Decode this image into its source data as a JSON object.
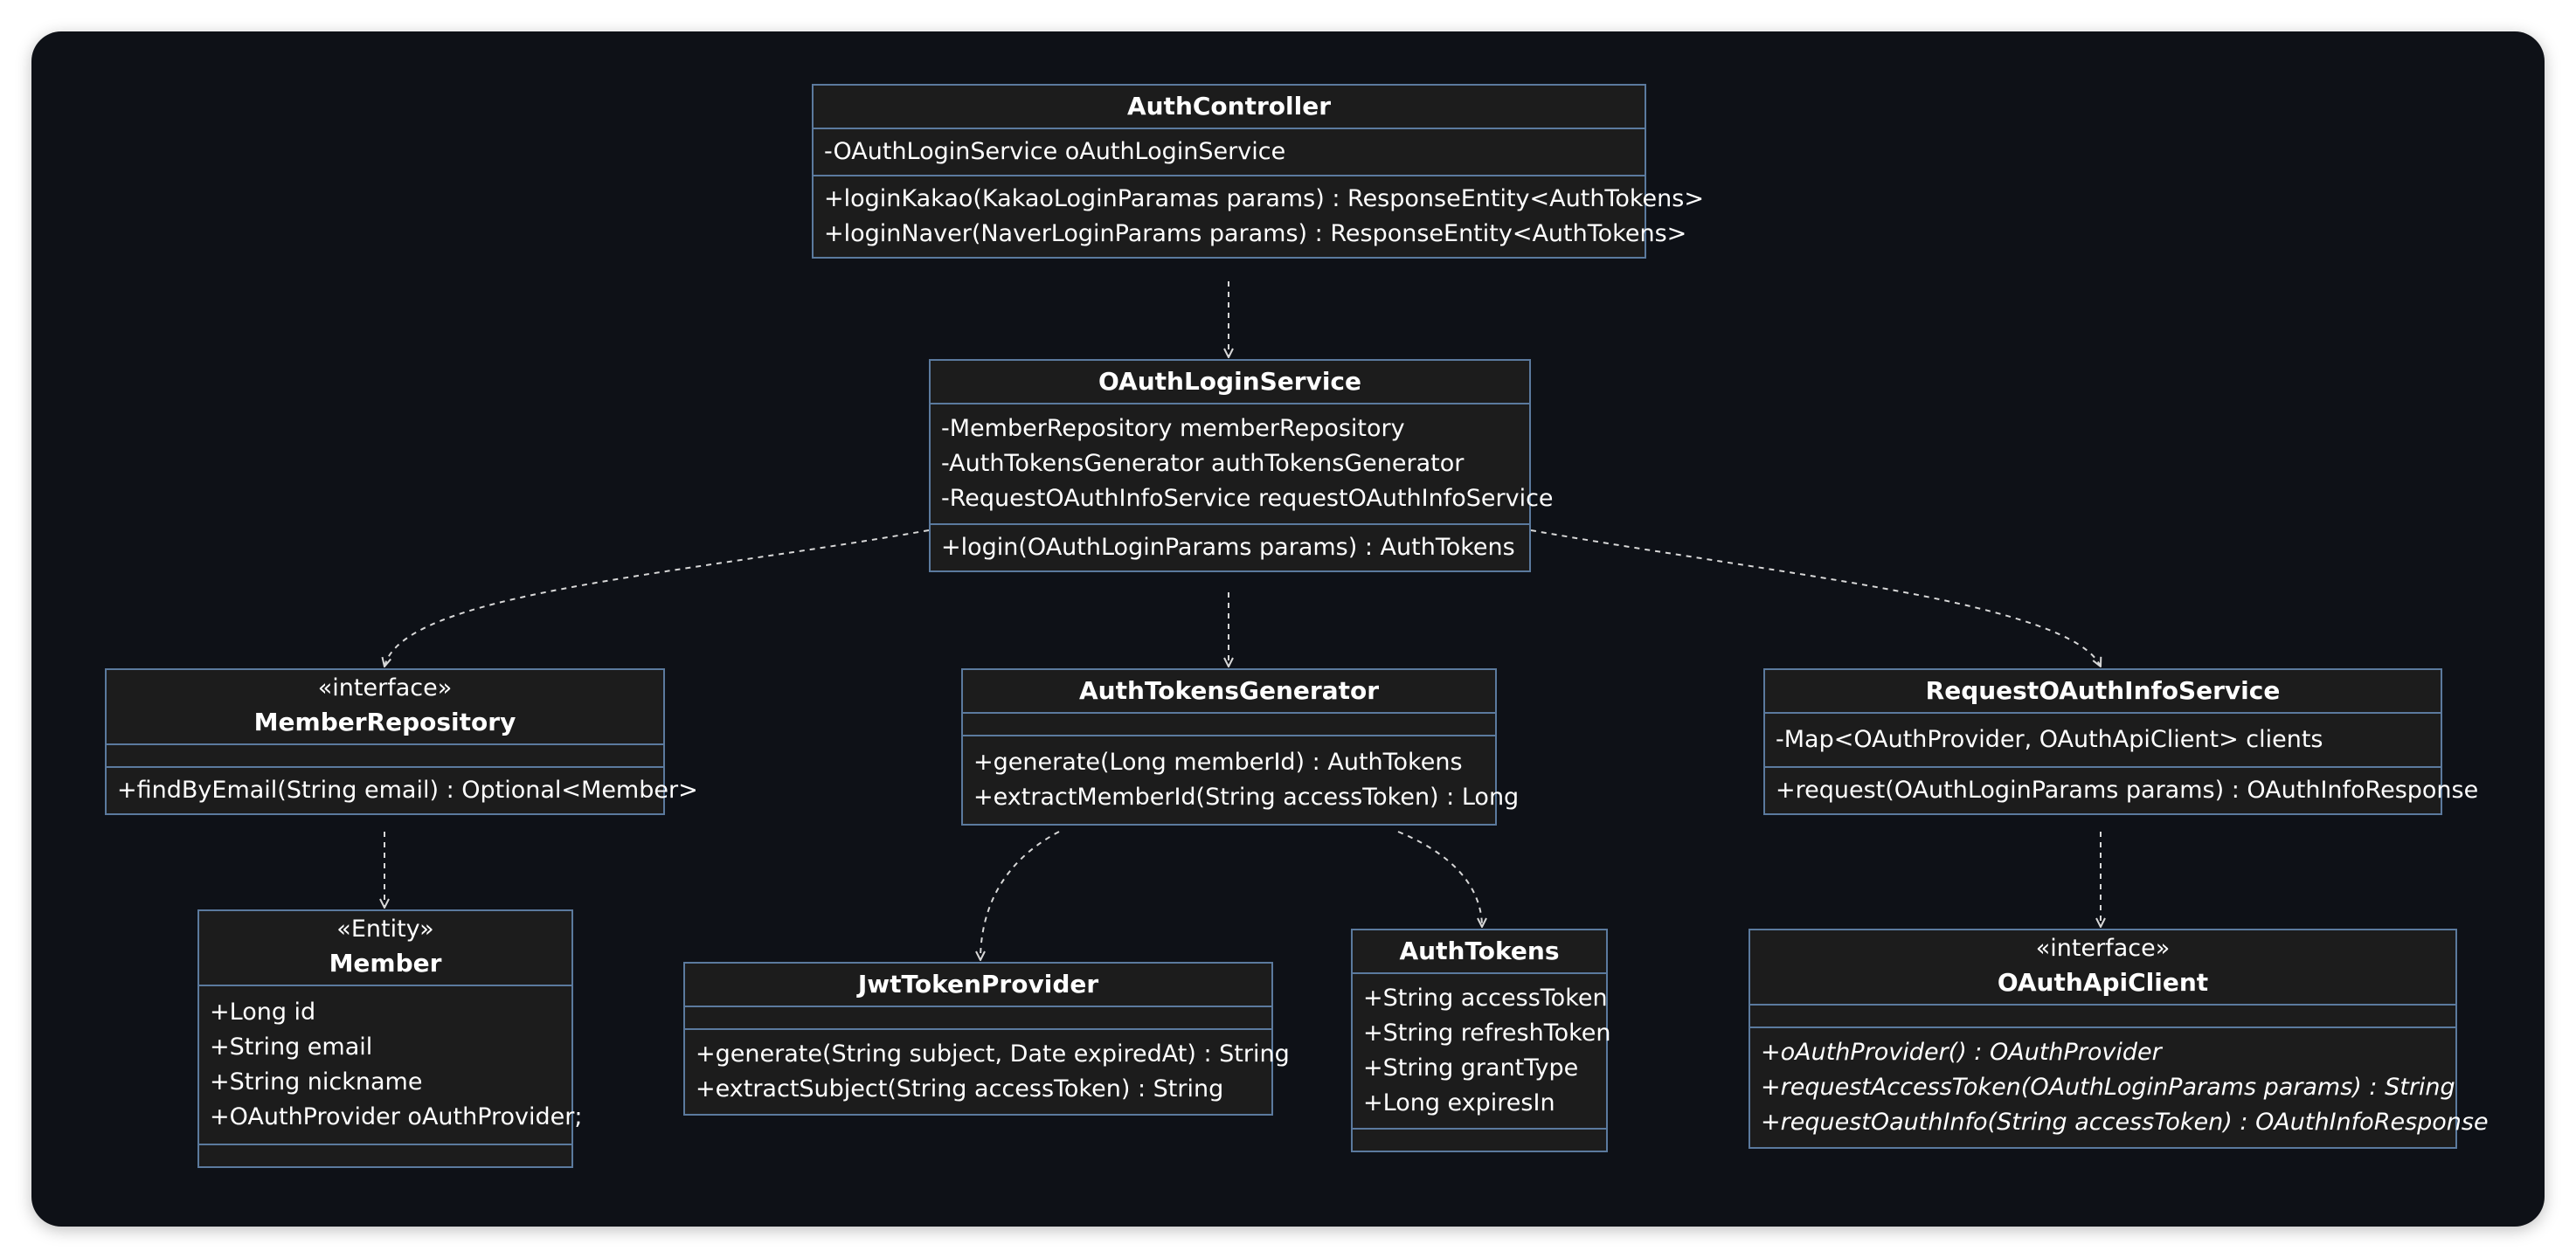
{
  "colors": {
    "background": "#0e1117",
    "box_fill": "#1c1c1c",
    "box_border": "#5b7a9e",
    "edge": "#d8d8d8",
    "text": "#ffffff"
  },
  "classes": {
    "auth_controller": {
      "name": "AuthController",
      "fields": [
        "-OAuthLoginService oAuthLoginService"
      ],
      "methods": [
        "+loginKakao(KakaoLoginParamas params) : ResponseEntity<AuthTokens>",
        "+loginNaver(NaverLoginParams params) : ResponseEntity<AuthTokens>"
      ]
    },
    "oauth_login_service": {
      "name": "OAuthLoginService",
      "fields": [
        "-MemberRepository memberRepository",
        "-AuthTokensGenerator authTokensGenerator",
        "-RequestOAuthInfoService requestOAuthInfoService"
      ],
      "methods": [
        "+login(OAuthLoginParams params) : AuthTokens"
      ]
    },
    "member_repository": {
      "stereotype": "«interface»",
      "name": "MemberRepository",
      "fields": [],
      "methods": [
        "+findByEmail(String email) : Optional<Member>"
      ]
    },
    "auth_tokens_generator": {
      "name": "AuthTokensGenerator",
      "fields": [],
      "methods": [
        "+generate(Long memberId) : AuthTokens",
        "+extractMemberId(String accessToken) : Long"
      ]
    },
    "request_oauth_info_service": {
      "name": "RequestOAuthInfoService",
      "fields": [
        "-Map<OAuthProvider, OAuthApiClient> clients"
      ],
      "methods": [
        "+request(OAuthLoginParams params) : OAuthInfoResponse"
      ]
    },
    "member": {
      "stereotype": "«Entity»",
      "name": "Member",
      "fields": [
        "+Long id",
        "+String email",
        "+String nickname",
        "+OAuthProvider oAuthProvider;"
      ],
      "methods": []
    },
    "jwt_token_provider": {
      "name": "JwtTokenProvider",
      "fields": [],
      "methods": [
        "+generate(String subject, Date expiredAt) : String",
        "+extractSubject(String accessToken) : String"
      ]
    },
    "auth_tokens": {
      "name": "AuthTokens",
      "fields": [
        "+String accessToken",
        "+String refreshToken",
        "+String grantType",
        "+Long expiresIn"
      ],
      "methods": []
    },
    "oauth_api_client": {
      "stereotype": "«interface»",
      "name": "OAuthApiClient",
      "fields": [],
      "methods": [
        "+oAuthProvider() : OAuthProvider",
        "+requestAccessToken(OAuthLoginParams params) : String",
        "+requestOauthInfo(String accessToken) : OAuthInfoResponse"
      ]
    }
  }
}
